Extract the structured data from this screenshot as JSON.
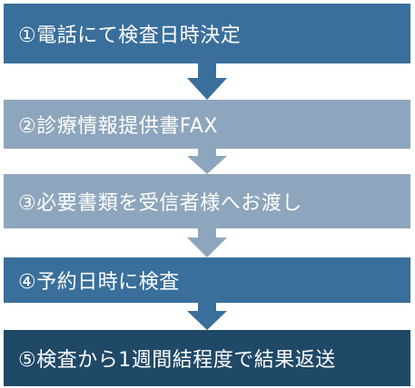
{
  "steps": [
    {
      "label": "①電話にて検査日時決定",
      "color": "#3a6f9c"
    },
    {
      "label": "②診療情報提供書FAX",
      "color": "#8ea6bd"
    },
    {
      "label": "③必要書類を受信者様へお渡し",
      "color": "#8ea6bd"
    },
    {
      "label": "④予約日時に検査",
      "color": "#3a6f9c"
    },
    {
      "label": "⑤検査から1週間結程度で結果返送",
      "color": "#1f4967"
    }
  ],
  "arrows": [
    {
      "color": "#3a6f9c"
    },
    {
      "color": "#8ea6bd"
    },
    {
      "color": "#8ea6bd"
    },
    {
      "color": "#3a6f9c"
    }
  ]
}
